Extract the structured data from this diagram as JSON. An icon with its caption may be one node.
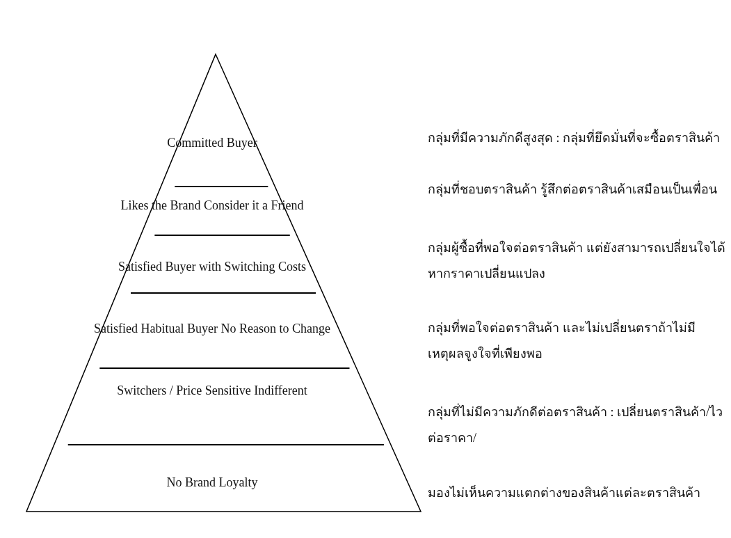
{
  "diagram": {
    "nodes": [
      {
        "text": [
          "Committed Buyer"
        ]
      },
      {
        "text": [
          "Likes the Brand Consider it a Friend"
        ]
      },
      {
        "text": [
          "Satisfied Buyer with Switching Costs"
        ]
      },
      {
        "text": [
          "Satisfied Habitual Buyer No Reason to Change"
        ]
      },
      {
        "text": [
          "Switchers / Price Sensitive Indifferent"
        ]
      },
      {
        "text": [
          "No Brand Loyalty"
        ]
      }
    ],
    "labels": [
      "กลุ่มที่มีความภักดีสูงสุด : กลุ่มที่ยึดมั่นที่จะซื้อตราสินค้า",
      "กลุ่มที่ชอบตราสินค้า รู้สึกต่อตราสินค้าเสมือนเป็นเพื่อน",
      "กลุ่มผู้ซื้อที่พอใจต่อตราสินค้า แต่ยังสามารถเปลี่ยนใจได้หากราคาเปลี่ยนแปลง",
      "กลุ่มที่พอใจต่อตราสินค้า และไม่เปลี่ยนตราถ้าไม่มีเหตุผลจูงใจที่เพียงพอ",
      "กลุ่มที่ไม่มีความภักดีต่อตราสินค้า : เปลี่ยนตราสินค้า/ไวต่อราคา/",
      "มองไม่เห็นความแตกต่างของสินค้าแต่ละตราสินค้า"
    ]
  }
}
